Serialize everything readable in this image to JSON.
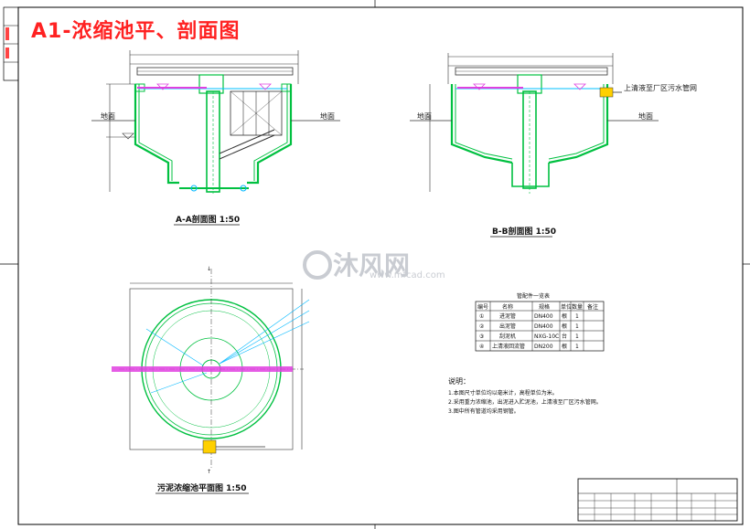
{
  "title": "A1-浓缩池平、剖面图",
  "section_a_caption": "A-A剖面图 1:50",
  "section_b_caption": "B-B剖面图 1:50",
  "plan_caption": "污泥浓缩池平面图 1:50",
  "ground_label": "地面",
  "pipe_note": "上清液至厂区污水管网",
  "watermark": {
    "brand": "沐风网",
    "url": "www.mfcad.com"
  },
  "schedule": {
    "title": "管配件一览表",
    "headers": [
      "编号",
      "名称",
      "规格",
      "单位",
      "数量",
      "备注"
    ],
    "rows": [
      {
        "no": "①",
        "name": "进泥管",
        "spec": "DN400",
        "unit": "根",
        "qty": "1",
        "remark": ""
      },
      {
        "no": "②",
        "name": "出泥管",
        "spec": "DN400",
        "unit": "根",
        "qty": "1",
        "remark": ""
      },
      {
        "no": "③",
        "name": "刮泥机",
        "spec": "NXG-10C",
        "unit": "台",
        "qty": "1",
        "remark": ""
      },
      {
        "no": "④",
        "name": "上清液回流管",
        "spec": "DN200",
        "unit": "根",
        "qty": "1",
        "remark": ""
      }
    ]
  },
  "notes": {
    "title": "说明：",
    "items": [
      "1.本图尺寸单位均以毫米计，高程单位为米。",
      "2.采用重力浓缩池，出泥进入贮泥池，上清液至厂区污水管网。",
      "3.图中所有管道均采用钢管。"
    ]
  },
  "colors": {
    "title": "#ff2222",
    "structure": "#00c040",
    "pipe": "#e040e0",
    "dimension": "#00b8ff",
    "water": "#00c0ff",
    "pipe_tag": "#ffd000"
  }
}
